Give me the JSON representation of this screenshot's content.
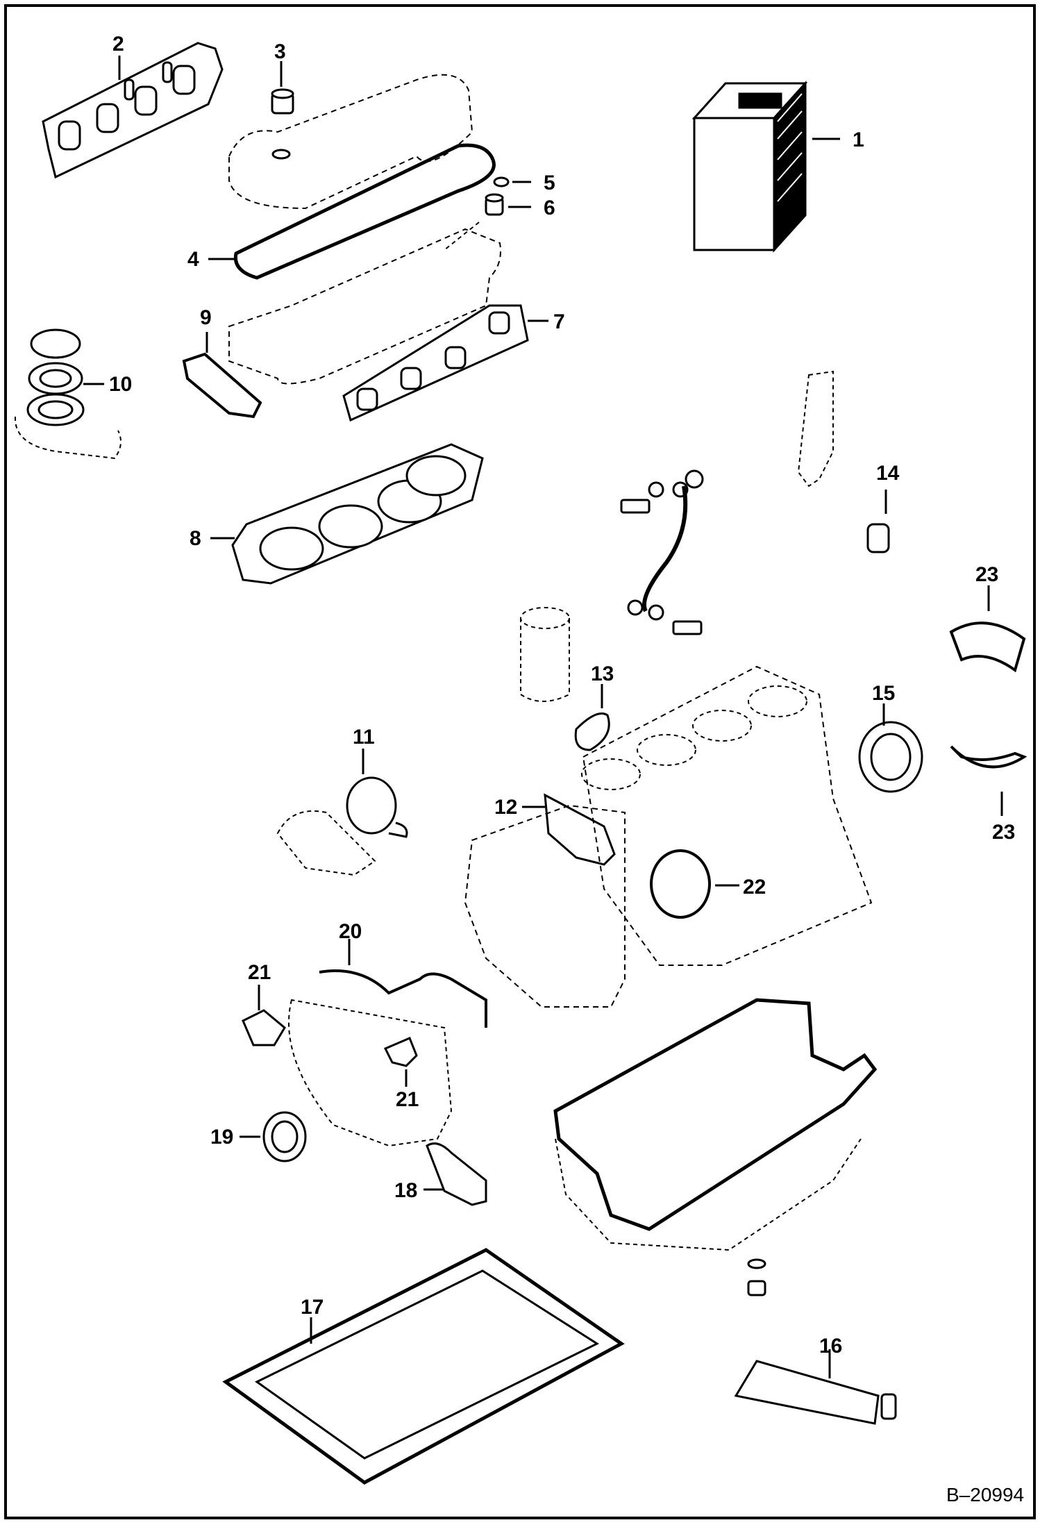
{
  "figure_ref": "B–20994",
  "callouts": {
    "c1": "1",
    "c2": "2",
    "c3": "3",
    "c4": "4",
    "c5": "5",
    "c6": "6",
    "c7": "7",
    "c8": "8",
    "c9": "9",
    "c10": "10",
    "c11": "11",
    "c12": "12",
    "c13": "13",
    "c14": "14",
    "c15": "15",
    "c16": "16",
    "c17": "17",
    "c18": "18",
    "c19": "19",
    "c20": "20",
    "c21a": "21",
    "c21b": "21",
    "c22": "22",
    "c23a": "23",
    "c23b": "23"
  },
  "colors": {
    "line": "#000000",
    "background": "#ffffff"
  }
}
